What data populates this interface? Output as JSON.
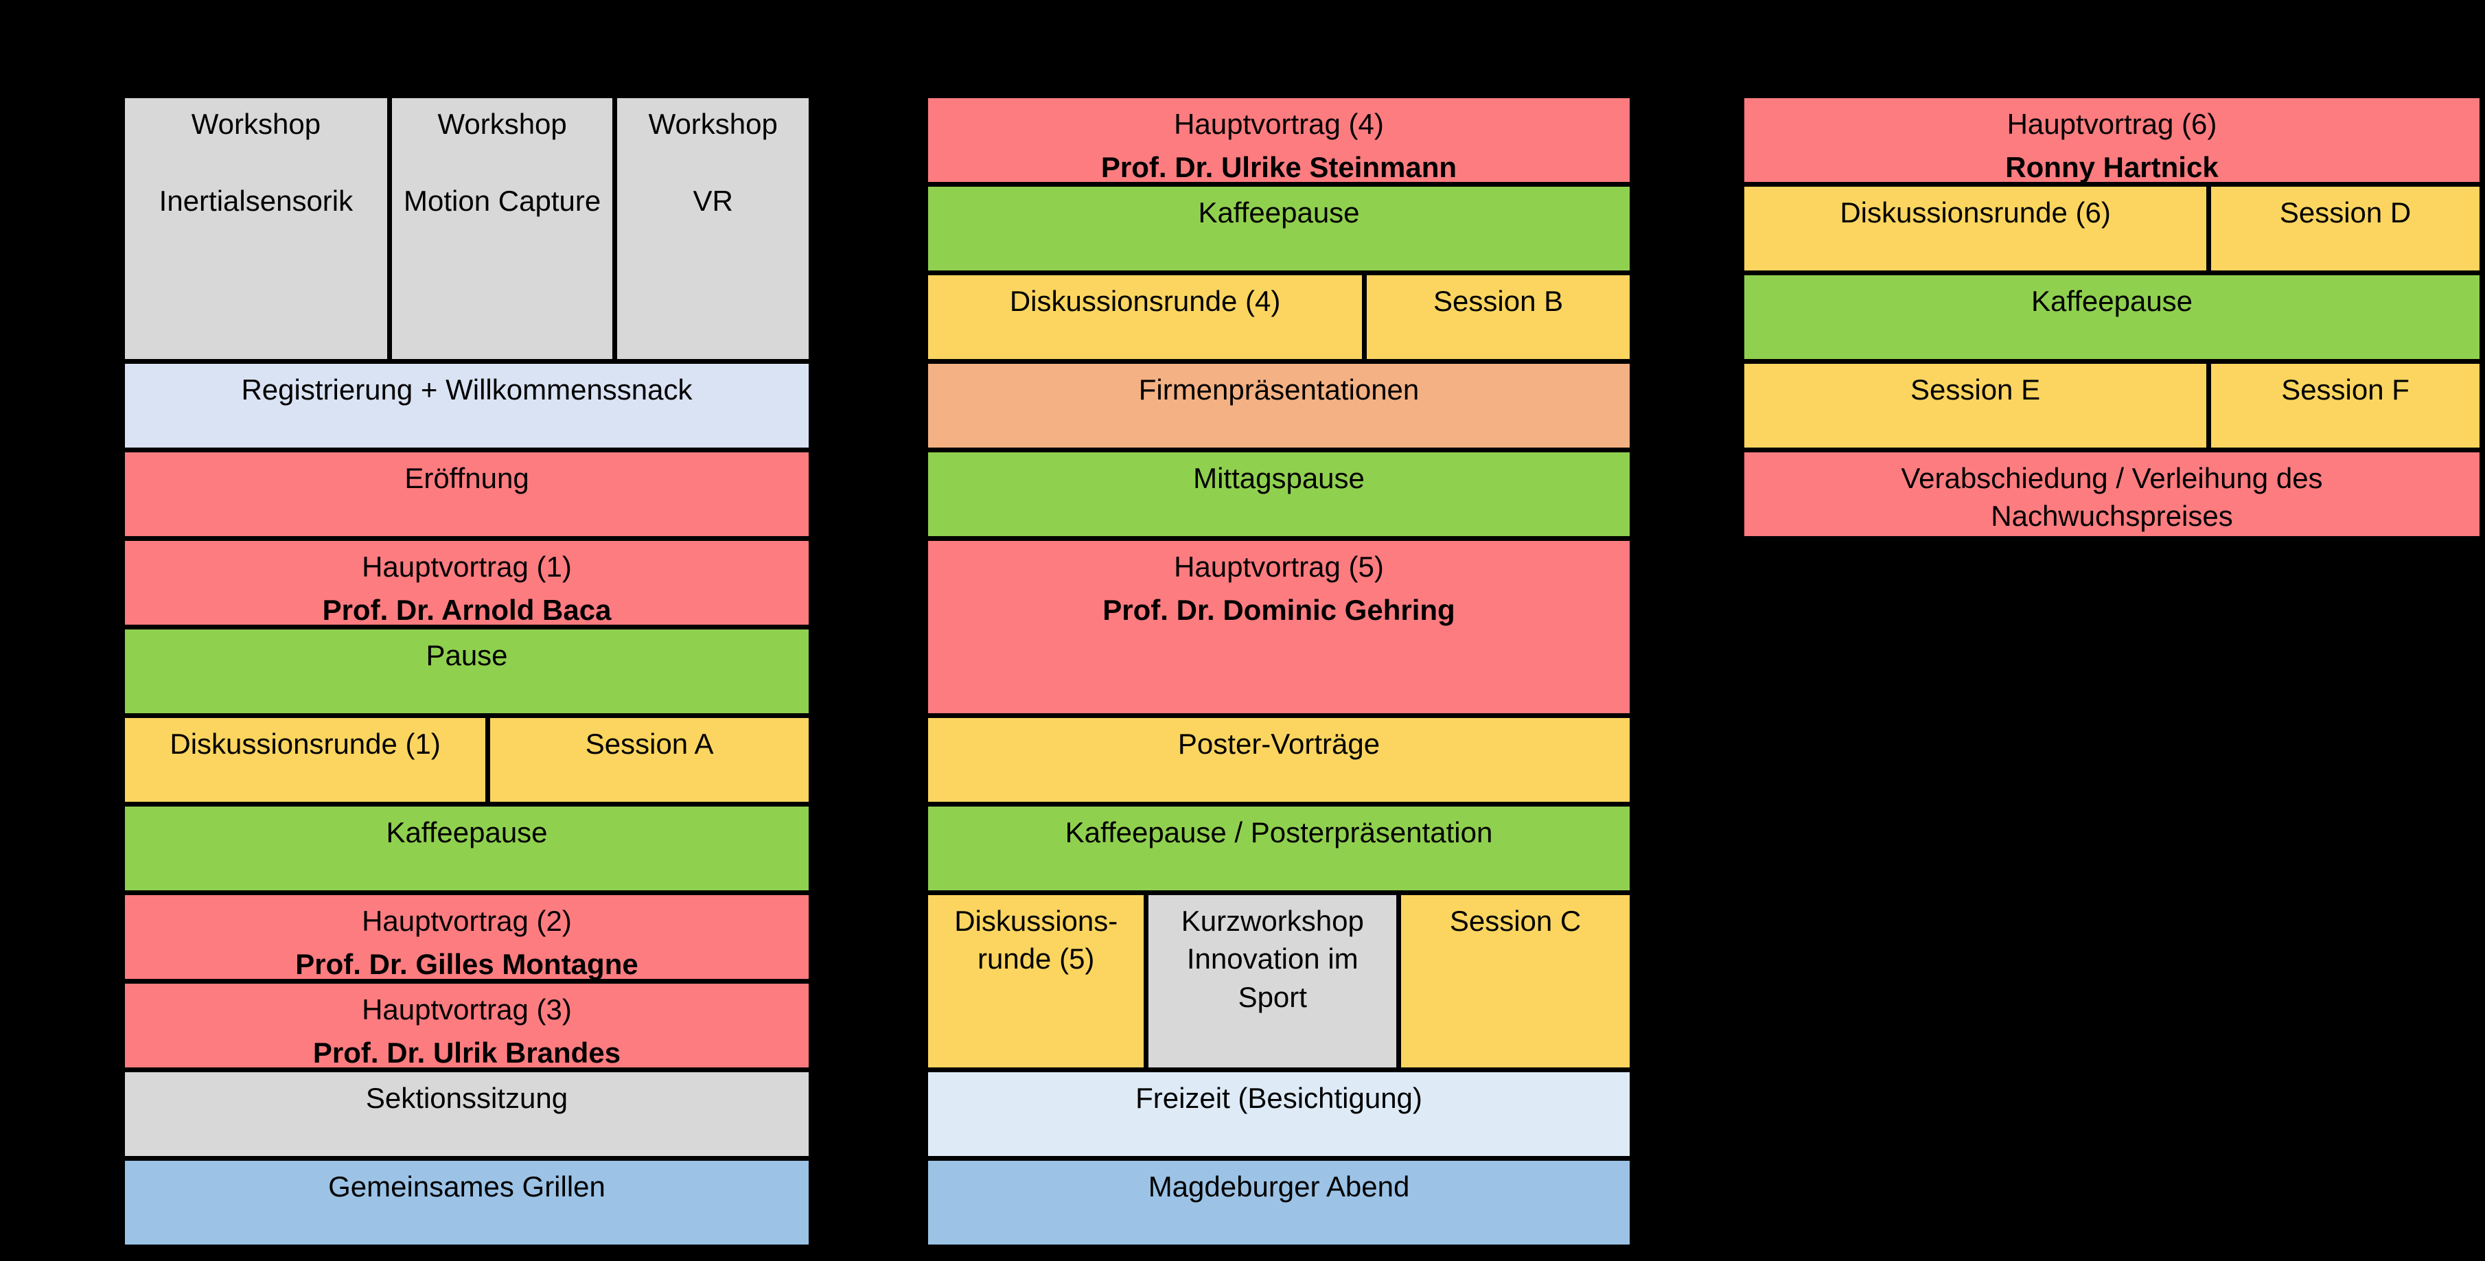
{
  "palette": {
    "background": "#000000",
    "border": "#000000",
    "text": "#000000",
    "keynote_red": "#FD7C80",
    "break_green": "#90D04F",
    "session_yellow": "#FBD560",
    "company_orange": "#F4B183",
    "workshop_gray": "#D8D8D8",
    "evening_blue": "#9CC3E6",
    "registration_pale_blue": "#DAE3F3",
    "leisure_ice_blue": "#DEEBF7"
  },
  "days": {
    "day1": {
      "workshop1_title": "Workshop",
      "workshop1_topic": "Inertialsensorik",
      "workshop2_title": "Workshop",
      "workshop2_topic": "Motion Capture",
      "workshop3_title": "Workshop",
      "workshop3_topic": "VR",
      "registration": "Registrierung + Willkommenssnack",
      "opening": "Eröffnung",
      "keynote1_title": "Hauptvortrag (1)",
      "keynote1_speaker": "Prof. Dr. Arnold Baca",
      "pause": "Pause",
      "discussion1": "Diskussionsrunde (1)",
      "session_a": "Session A",
      "coffee": "Kaffeepause",
      "keynote2_title": "Hauptvortrag (2)",
      "keynote2_speaker": "Prof. Dr. Gilles Montagne",
      "keynote3_title": "Hauptvortrag (3)",
      "keynote3_speaker": "Prof. Dr. Ulrik Brandes",
      "section_meeting": "Sektionssitzung",
      "bbq": "Gemeinsames Grillen"
    },
    "day2": {
      "keynote4_title": "Hauptvortrag (4)",
      "keynote4_speaker": "Prof. Dr. Ulrike Steinmann",
      "coffee": "Kaffeepause",
      "discussion4": "Diskussionsrunde (4)",
      "session_b": "Session B",
      "company_presentations": "Firmenpräsentationen",
      "lunch": "Mittagspause",
      "keynote5_title": "Hauptvortrag (5)",
      "keynote5_speaker": "Prof. Dr. Dominic Gehring",
      "poster_talks": "Poster-Vorträge",
      "coffee_poster": "Kaffeepause / Posterpräsentation",
      "discussion5": "Diskussions-runde (5)",
      "short_workshop": "Kurzworkshop Innovation im Sport",
      "session_c": "Session C",
      "leisure": "Freizeit (Besichtigung)",
      "evening": "Magdeburger Abend"
    },
    "day3": {
      "keynote6_title": "Hauptvortrag (6)",
      "keynote6_speaker": "Ronny Hartnick",
      "discussion6": "Diskussionsrunde (6)",
      "session_d": "Session D",
      "coffee": "Kaffeepause",
      "session_e": "Session E",
      "session_f": "Session F",
      "farewell": "Verabschiedung / Verleihung des Nachwuchspreises"
    }
  }
}
